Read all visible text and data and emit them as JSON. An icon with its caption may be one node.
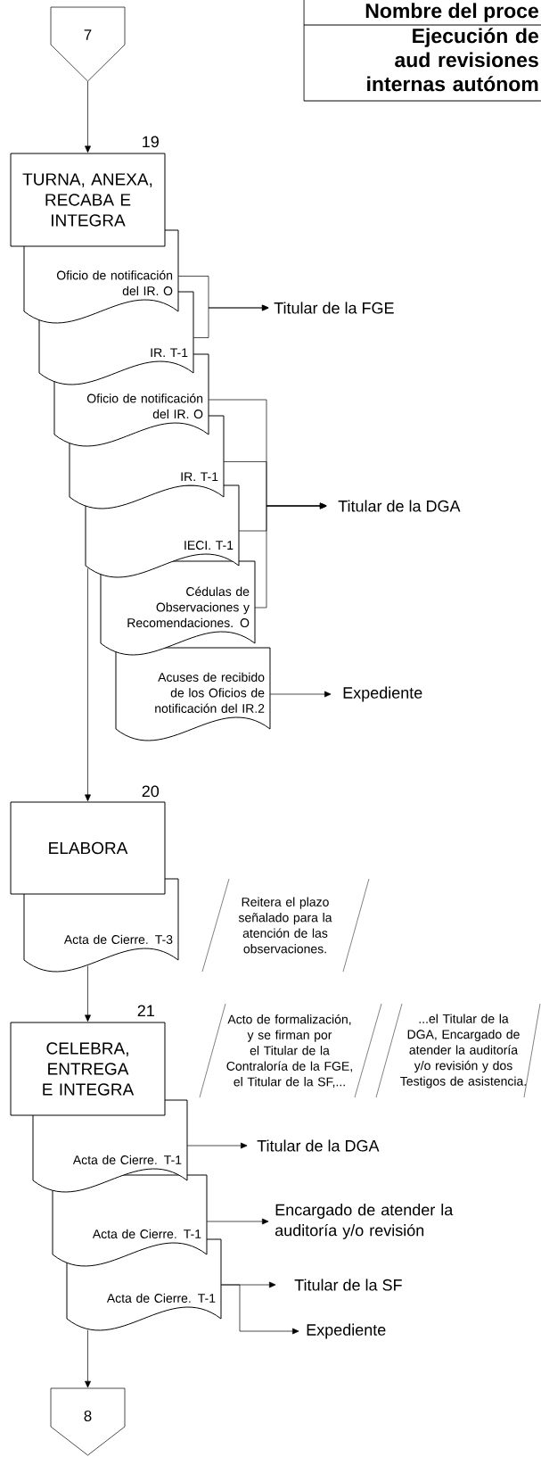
{
  "diagram": {
    "nodes": [
      {
        "text": [
          "7"
        ]
      },
      {
        "text": [
          "TURNA, ANEXA, RECABA E INTEGRA"
        ],
        "beside": [
          "19"
        ]
      },
      {
        "text": [
          "Oficio de notificación del IR. O"
        ]
      },
      {
        "text": [
          "IR. T-1"
        ]
      },
      {
        "text": [
          "Titular de la FGE"
        ]
      },
      {
        "text": [
          "Oficio de notificación del IR. O"
        ]
      },
      {
        "text": [
          "IR. T-1"
        ]
      },
      {
        "text": [
          "IECI. T-1"
        ]
      },
      {
        "text": [
          "Cédulas de Observaciones y Recomendaciones. O"
        ]
      },
      {
        "text": [
          "Titular de la DGA"
        ]
      },
      {
        "text": [
          "Acuses de recibido de los Oficios de notificación del IR.2"
        ]
      },
      {
        "text": [
          "Expediente"
        ]
      },
      {
        "text": [
          "ELABORA"
        ],
        "beside": [
          "20"
        ]
      },
      {
        "text": [
          "Acta de Cierre. T-3"
        ]
      },
      {
        "text": [
          "Reitera el plazo señalado para la atención de las observaciones."
        ]
      },
      {
        "text": [
          "CELEBRA, ENTREGA E INTEGRA"
        ],
        "beside": [
          "21"
        ]
      },
      {
        "text": [
          "Acto de formalización, y se firman por el Titular de la Contraloría de la FGE, el Titular de la SF,..."
        ]
      },
      {
        "text": [
          "...el Titular de la DGA, Encargado de atender la auditoría y/o revisión y dos Testigos de asistencia."
        ]
      },
      {
        "text": [
          "Acta de Cierre. T-1"
        ]
      },
      {
        "text": [
          "Titular de la DGA"
        ]
      },
      {
        "text": [
          "Acta de Cierre. T-1"
        ]
      },
      {
        "text": [
          "Encargado de atender la auditoría y/o revisión"
        ]
      },
      {
        "text": [
          "Acta de Cierre. T-1"
        ]
      },
      {
        "text": [
          "Titular de la SF"
        ]
      },
      {
        "text": [
          "Expediente"
        ]
      },
      {
        "text": [
          "8"
        ]
      }
    ],
    "edges": [
      {
        "from": 0,
        "to": 1,
        "arrow": "to"
      },
      {
        "from": 2,
        "to": 4,
        "arrow": "to"
      },
      {
        "from": 3,
        "to": 4,
        "arrow": "to"
      },
      {
        "from": 5,
        "to": 9,
        "arrow": "to"
      },
      {
        "from": 6,
        "to": 9,
        "arrow": "to"
      },
      {
        "from": 7,
        "to": 9,
        "arrow": "to"
      },
      {
        "from": 8,
        "to": 9,
        "arrow": "to"
      },
      {
        "from": 10,
        "to": 11,
        "arrow": "to"
      },
      {
        "from": 7,
        "to": 12,
        "arrow": "to"
      },
      {
        "from": 13,
        "to": 15,
        "arrow": "to"
      },
      {
        "from": 18,
        "to": 19,
        "arrow": "to"
      },
      {
        "from": 20,
        "to": 21,
        "arrow": "to"
      },
      {
        "from": 22,
        "to": 23,
        "arrow": "to"
      },
      {
        "from": 22,
        "to": 24,
        "arrow": "to"
      },
      {
        "from": 22,
        "to": 25,
        "arrow": "to"
      }
    ],
    "labels": [
      "Nombre del proce",
      "Ejecución de aud revisiones internas autónom"
    ]
  }
}
